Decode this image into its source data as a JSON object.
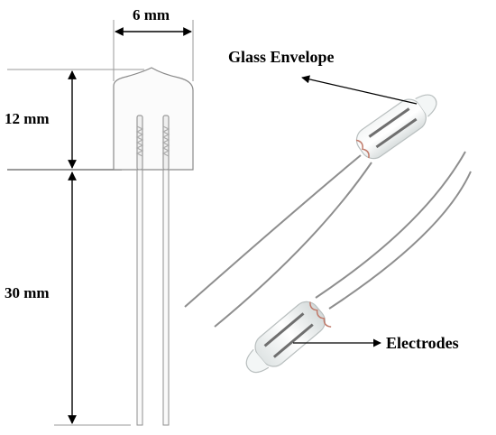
{
  "dimensions": {
    "width_label": "6 mm",
    "head_height_label": "12 mm",
    "lead_length_label": "30 mm"
  },
  "callouts": {
    "glass_envelope": "Glass Envelope",
    "electrodes": "Electrodes"
  }
}
